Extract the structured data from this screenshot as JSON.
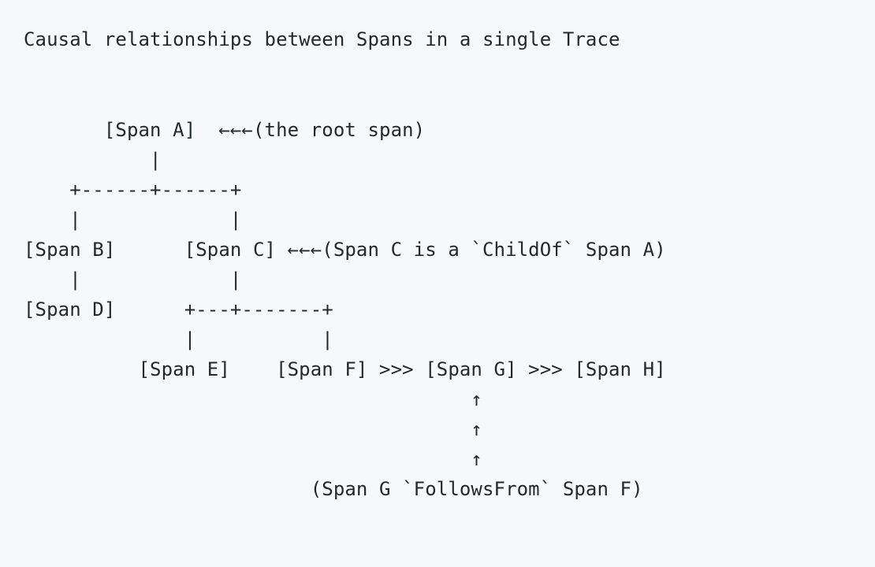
{
  "title": "Causal relationships between Spans in a single Trace",
  "diagram_lines": [
    "       [Span A]  ←←←(the root span)",
    "           |",
    "    +------+------+",
    "    |             |",
    "[Span B]      [Span C] ←←←(Span C is a `ChildOf` Span A)",
    "    |             |",
    "[Span D]      +---+-------+",
    "              |           |",
    "          [Span E]    [Span F] >>> [Span G] >>> [Span H]",
    "                                       ↑",
    "                                       ↑",
    "                                       ↑",
    "                         (Span G `FollowsFrom` Span F)"
  ]
}
